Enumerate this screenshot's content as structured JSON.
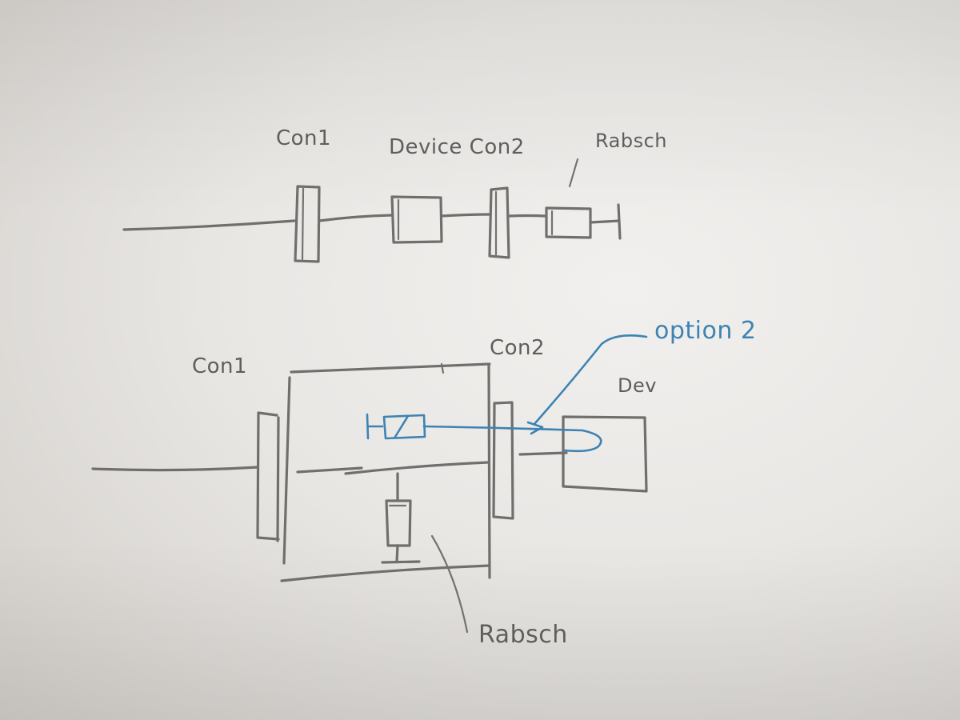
{
  "diagram": {
    "top": {
      "con1_label": "Con1",
      "device_label": "Device Con2",
      "rabsch_label": "Rabsch"
    },
    "bottom": {
      "con1_label": "Con1",
      "con2_label": "Con2",
      "dev_label": "Dev",
      "option_label": "option 2",
      "rabsch_label": "Rabsch"
    }
  },
  "colors": {
    "pencil": "#6f6f6d",
    "blue_pen": "#3d83b3",
    "paper": "#e9e7e4"
  }
}
